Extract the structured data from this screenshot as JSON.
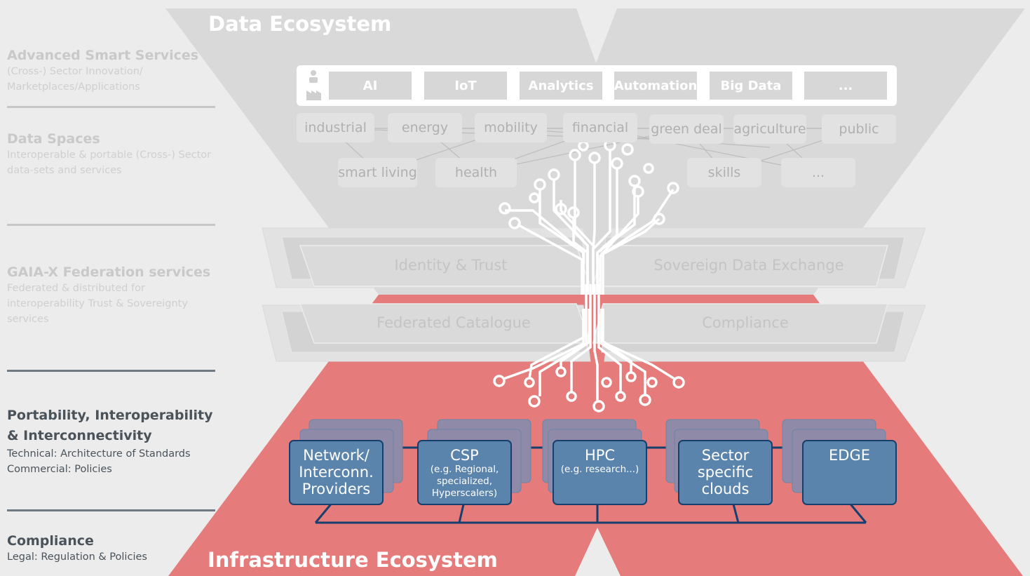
{
  "data_ecosystem_title": "Data Ecosystem",
  "infrastructure_ecosystem_title": "Infrastructure Ecosystem",
  "sidebar": [
    {
      "title": "Advanced Smart Services",
      "subtitle": "(Cross-) Sector Innovation/ Marketplaces/Applications"
    },
    {
      "title": "Data Spaces",
      "subtitle": "Interoperable & portable (Cross-) Sector data-sets and services"
    },
    {
      "title": "GAIA-X Federation services",
      "subtitle": "Federated & distributed for interoperability Trust & Sovereignty services"
    },
    {
      "title": "Portability, Interoperability & Interconnectivity",
      "subtitle": "Technical: Architecture of Standards Commercial: Policies"
    },
    {
      "title": "Compliance",
      "subtitle": "Legal: Regulation & Policies"
    }
  ],
  "technologies": [
    "AI",
    "IoT",
    "Analytics",
    "Automation",
    "Big Data",
    "..."
  ],
  "sectors_row1": [
    "industrial",
    "energy",
    "mobility",
    "financial",
    "green deal",
    "agriculture",
    "public"
  ],
  "sectors_row2": [
    "smart living",
    "health",
    "skills",
    "..."
  ],
  "federation_services": [
    "Identity & Trust",
    "Sovereign Data Exchange",
    "Federated Catalogue",
    "Compliance"
  ],
  "infrastructure": [
    {
      "title": "Network/ Interconn. Providers",
      "sub": ""
    },
    {
      "title": "CSP",
      "sub": "(e.g. Regional, specialized, Hyperscalers)"
    },
    {
      "title": "HPC",
      "sub": "(e.g. research...)"
    },
    {
      "title": "Sector specific clouds",
      "sub": ""
    },
    {
      "title": "EDGE",
      "sub": ""
    }
  ],
  "colors": {
    "background": "#ececec",
    "data_funnel": "#d9d9d9",
    "infra_funnel": "#e57b7b",
    "infra_box": "#5a84ac",
    "network_line": "#173f6e"
  }
}
